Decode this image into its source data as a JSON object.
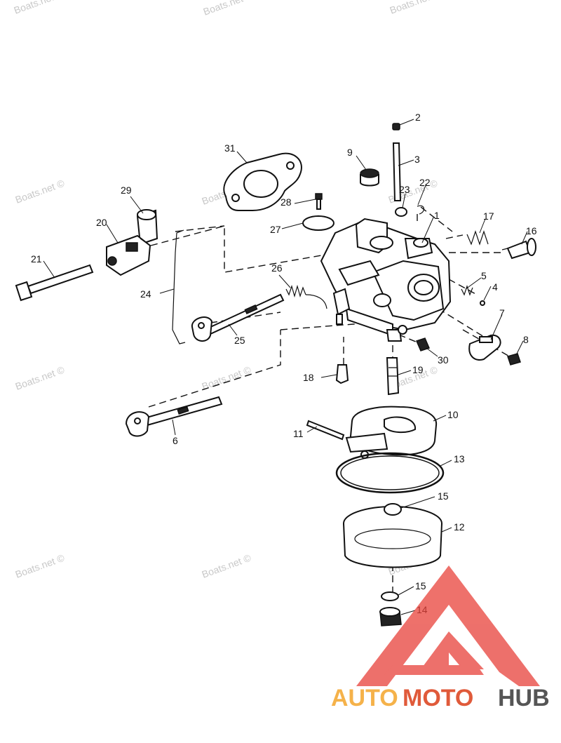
{
  "watermark": {
    "text": "Boats.net ©"
  },
  "logo": {
    "text_a": "AUTO",
    "text_b": "MOTO",
    "text_c": "HUB",
    "color_a": "#f5b24a",
    "color_b": "#e05a3a",
    "color_c": "#555555",
    "triangle_color": "#e8413a"
  },
  "callouts": {
    "c1": "1",
    "c2": "2",
    "c3": "3",
    "c4": "4",
    "c5": "5",
    "c6": "6",
    "c7": "7",
    "c8": "8",
    "c9": "9",
    "c10": "10",
    "c11": "11",
    "c12": "12",
    "c13": "13",
    "c14": "14",
    "c15a": "15",
    "c15b": "15",
    "c16": "16",
    "c17": "17",
    "c18": "18",
    "c19": "19",
    "c20": "20",
    "c21": "21",
    "c22": "22",
    "c23": "23",
    "c24": "24",
    "c25": "25",
    "c26": "26",
    "c27": "27",
    "c28": "28",
    "c29": "29",
    "c30": "30",
    "c31": "31"
  }
}
